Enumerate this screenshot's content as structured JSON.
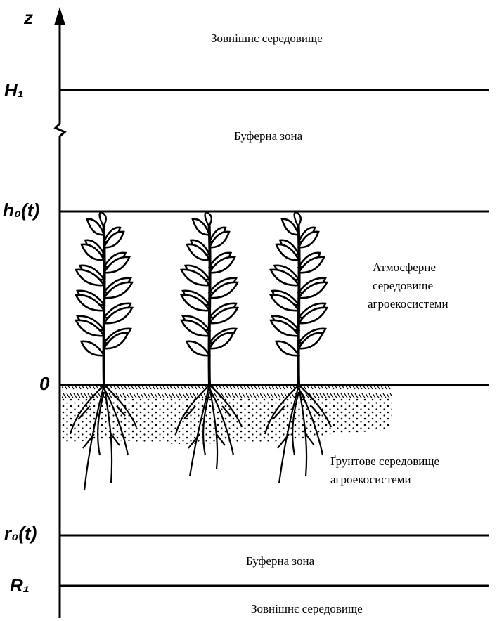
{
  "axis": {
    "z": "z",
    "H1": "H₁",
    "h0": "h₀(t)",
    "zero": "0",
    "r0": "r₀(t)",
    "R1": "R₁"
  },
  "zones": {
    "outer_top": "Зовнішнє середовище",
    "buffer_top": "Буферна зона",
    "atmo_line1": "Атмосферне",
    "atmo_line2": "середовище",
    "atmo_line3": "агроекосистеми",
    "soil_line1": "Ґрунтове середовище",
    "soil_line2": "агроекосистеми",
    "buffer_bottom": "Буферна зона",
    "outer_bottom": "Зовнішнє середовище"
  }
}
